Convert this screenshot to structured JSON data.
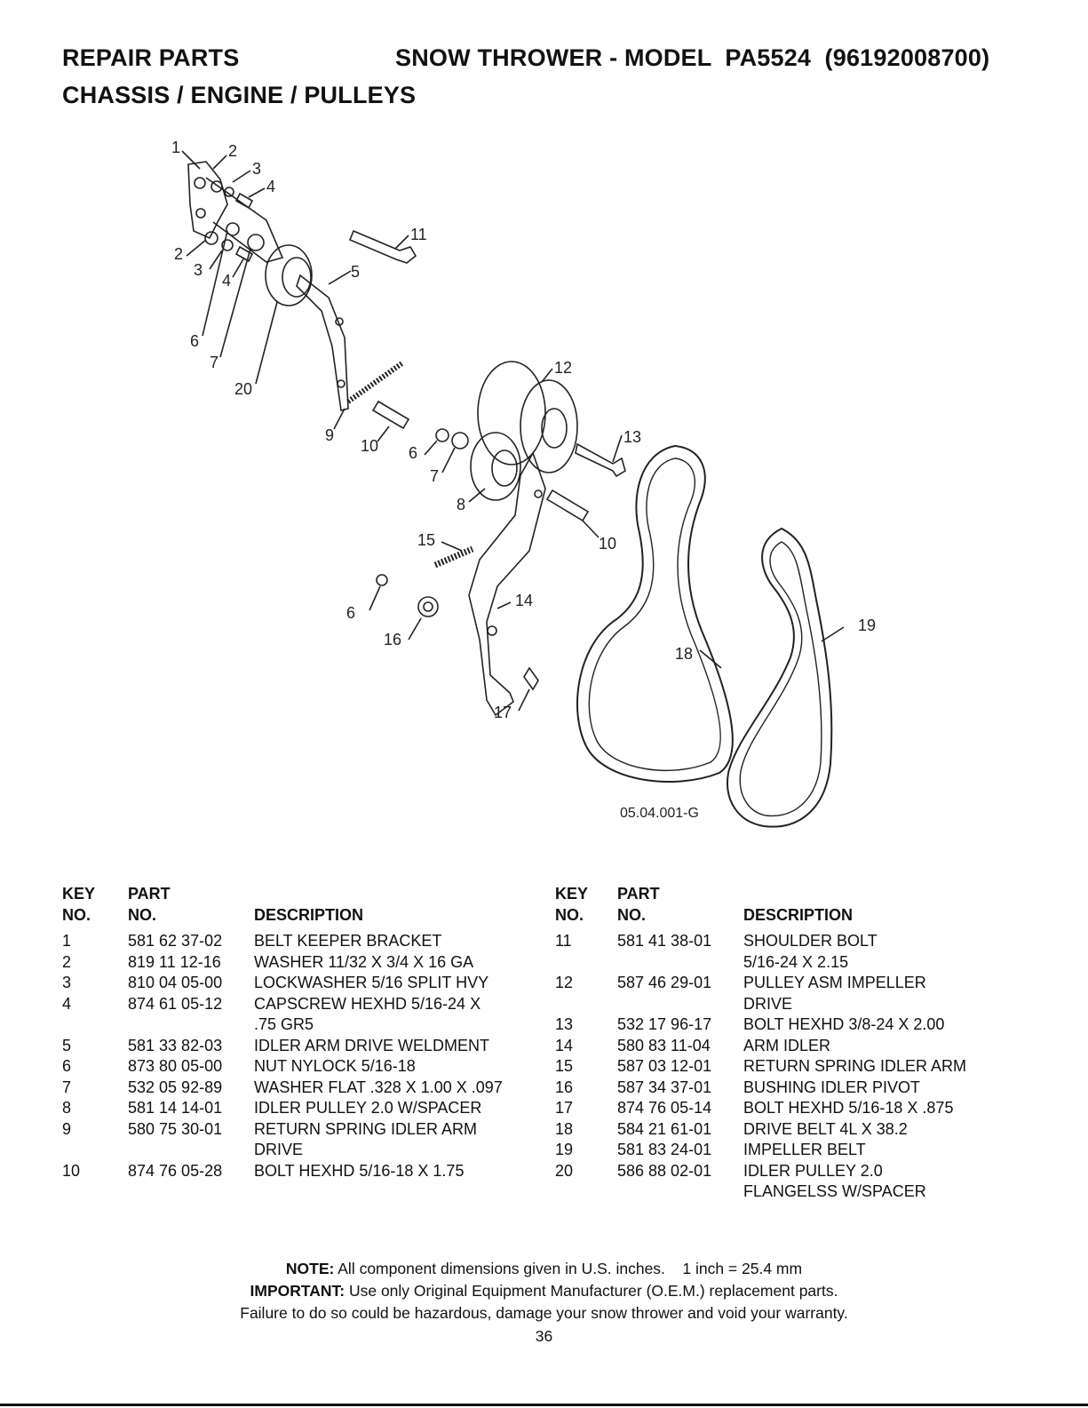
{
  "header": {
    "left_title": "REPAIR PARTS",
    "right_title": "SNOW THROWER - MODEL  PA5524  (96192008700)",
    "subtitle": "CHASSIS / ENGINE / PULLEYS"
  },
  "diagram": {
    "code": "05.04.001-G",
    "callouts": [
      "1",
      "2",
      "3",
      "4",
      "2",
      "3",
      "4",
      "5",
      "11",
      "6",
      "7",
      "20",
      "12",
      "9",
      "10",
      "6",
      "7",
      "13",
      "8",
      "15",
      "10",
      "6",
      "14",
      "16",
      "19",
      "18",
      "17"
    ]
  },
  "table_headers": {
    "key_line1": "KEY",
    "key_line2": "NO.",
    "part_line1": "PART",
    "part_line2": "NO.",
    "description": "DESCRIPTION"
  },
  "parts_left": [
    {
      "key": "1",
      "part": "581 62 37-02",
      "desc": "BELT KEEPER BRACKET"
    },
    {
      "key": "2",
      "part": "819 11 12-16",
      "desc": "WASHER 11/32 X 3/4 X 16 GA"
    },
    {
      "key": "3",
      "part": "810 04 05-00",
      "desc": "LOCKWASHER 5/16 SPLIT HVY"
    },
    {
      "key": "4",
      "part": "874 61 05-12",
      "desc": "CAPSCREW HEXHD 5/16-24 X"
    },
    {
      "key": "",
      "part": "",
      "desc": ".75 GR5"
    },
    {
      "key": "5",
      "part": "581 33 82-03",
      "desc": "IDLER ARM DRIVE WELDMENT"
    },
    {
      "key": "6",
      "part": "873 80 05-00",
      "desc": "NUT NYLOCK 5/16-18"
    },
    {
      "key": "7",
      "part": "532 05 92-89",
      "desc": "WASHER FLAT .328 X 1.00 X .097"
    },
    {
      "key": "8",
      "part": "581 14 14-01",
      "desc": "IDLER PULLEY 2.0 W/SPACER"
    },
    {
      "key": "9",
      "part": "580 75 30-01",
      "desc": "RETURN SPRING IDLER ARM"
    },
    {
      "key": "",
      "part": "",
      "desc": "DRIVE"
    },
    {
      "key": "10",
      "part": "874 76 05-28",
      "desc": "BOLT HEXHD 5/16-18 X 1.75"
    }
  ],
  "parts_right": [
    {
      "key": "11",
      "part": "581 41 38-01",
      "desc": "SHOULDER BOLT"
    },
    {
      "key": "",
      "part": "",
      "desc": "5/16-24 X 2.15"
    },
    {
      "key": "12",
      "part": "587 46 29-01",
      "desc": "PULLEY ASM IMPELLER"
    },
    {
      "key": "",
      "part": "",
      "desc": "DRIVE"
    },
    {
      "key": "13",
      "part": "532 17 96-17",
      "desc": "BOLT HEXHD 3/8-24 X 2.00"
    },
    {
      "key": "14",
      "part": "580 83 11-04",
      "desc": "ARM IDLER"
    },
    {
      "key": "15",
      "part": "587 03 12-01",
      "desc": "RETURN SPRING IDLER ARM"
    },
    {
      "key": "16",
      "part": "587 34 37-01",
      "desc": "BUSHING IDLER PIVOT"
    },
    {
      "key": "17",
      "part": "874 76 05-14",
      "desc": "BOLT HEXHD 5/16-18 X .875"
    },
    {
      "key": "18",
      "part": "584 21 61-01",
      "desc": "DRIVE BELT 4L X 38.2"
    },
    {
      "key": "19",
      "part": "581 83 24-01",
      "desc": "IMPELLER BELT"
    },
    {
      "key": "20",
      "part": "586 88 02-01",
      "desc": "IDLER PULLEY 2.0"
    },
    {
      "key": "",
      "part": "",
      "desc": "FLANGELSS W/SPACER"
    }
  ],
  "notes": {
    "note_label": "NOTE:",
    "note_text": " All component dimensions given in U.S. inches.    1 inch = 25.4 mm",
    "important_label": "IMPORTANT:",
    "important_text": " Use only Original Equipment Manufacturer (O.E.M.) replacement parts.",
    "warning": "Failure to do so could be hazardous, damage your snow thrower and void your warranty.",
    "page_number": "36"
  }
}
